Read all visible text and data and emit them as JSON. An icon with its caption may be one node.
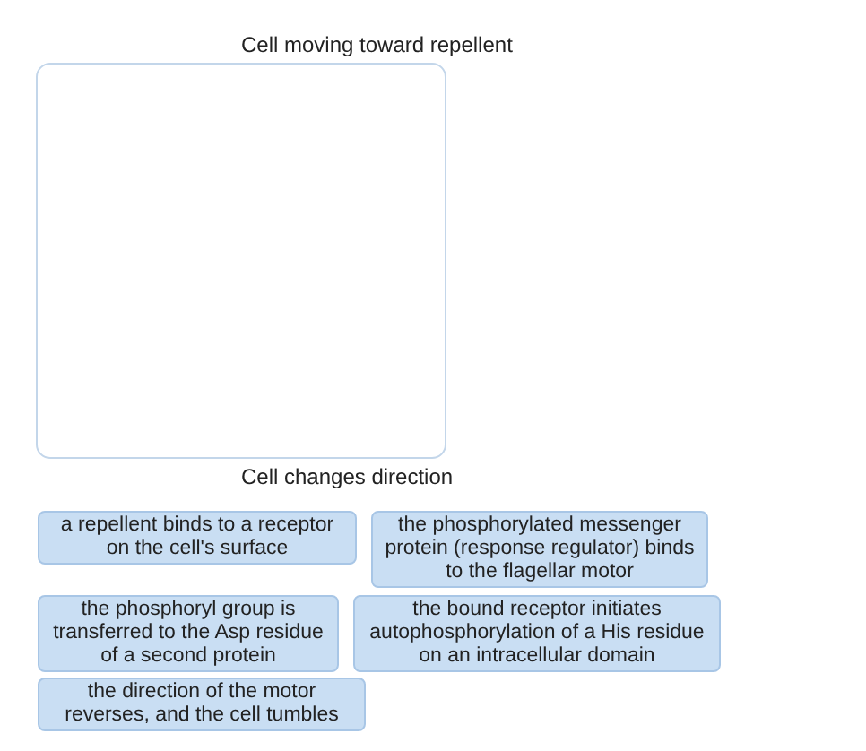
{
  "diagram": {
    "nodes": [
      {
        "text": [
          "Cell moving toward repellent",
          "Cell changes direction"
        ]
      },
      {
        "text": [
          "a repellent binds to a receptor on the cell's surface"
        ]
      },
      {
        "text": [
          "the phosphorylated messenger protein (response regulator) binds to the flagellar motor"
        ]
      },
      {
        "text": [
          "the phosphoryl group is transferred to the Asp residue of a second protein"
        ]
      },
      {
        "text": [
          "the bound receptor initiates autophosphorylation of a His residue on an intracellular domain"
        ]
      },
      {
        "text": [
          "the direction of the motor reverses, and the cell tumbles"
        ]
      }
    ],
    "edges": []
  }
}
